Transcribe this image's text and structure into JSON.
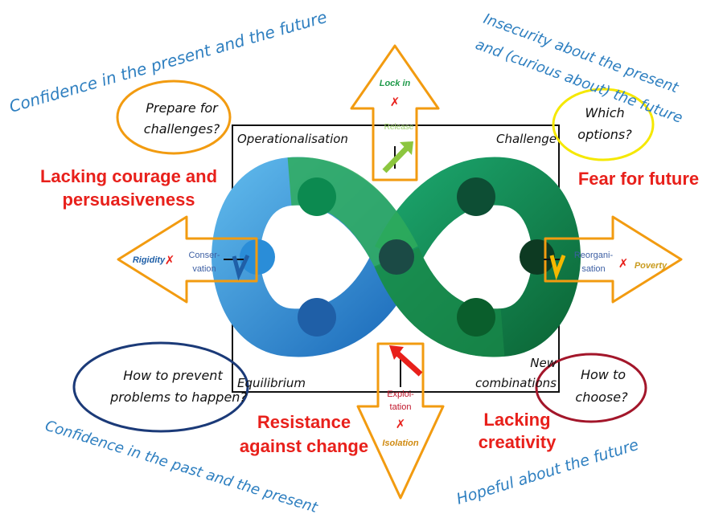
{
  "colors": {
    "orange": "#f29b10",
    "hand_blue": "#2e7fc0",
    "red": "#e8201b",
    "yellow": "#f5e800",
    "navy": "#1b3a78",
    "maroon": "#a3162a",
    "green_text": "#1f9a4a",
    "gold_text": "#c99b1e",
    "small_blue": "#3d5fa3",
    "dark_red": "#c0152a"
  },
  "quadrants": {
    "top_left": "Operationalisation",
    "top_right": "Challenge",
    "bottom_left": "Equilibrium",
    "bottom_right_line1": "New",
    "bottom_right_line2": "combinations"
  },
  "corner_captions": {
    "top_left": "Confidence in the present and the future",
    "top_right_line1": "Insecurity about the present",
    "top_right_line2": "and (curious about) the future",
    "bottom_left": "Confidence in the past and the present",
    "bottom_right": "Hopeful about the future"
  },
  "bubbles": {
    "top_left": [
      "Prepare for",
      "challenges?"
    ],
    "top_right": [
      "Which",
      "options?"
    ],
    "bottom_left": [
      "How to prevent",
      "problems to happen?"
    ],
    "bottom_right": [
      "How to",
      "choose?"
    ]
  },
  "risks": {
    "top_left": [
      "Lacking courage and",
      "persuasiveness"
    ],
    "top_right": [
      "Fear for future"
    ],
    "bottom_left": [
      "Resistance",
      "against change"
    ],
    "bottom_right": [
      "Lacking",
      "creativity"
    ]
  },
  "arrows": {
    "top": {
      "trap": "Lock in",
      "mark": "✗",
      "phase": "Release"
    },
    "left": {
      "trap": "Rigidity",
      "mark": "✗",
      "phase_line1": "Conser-",
      "phase_line2": "vation"
    },
    "right": {
      "trap": "Poverty",
      "mark": "✗",
      "phase_line1": "Reorgani-",
      "phase_line2": "sation"
    },
    "bottom": {
      "trap": "Isolation",
      "mark": "✗",
      "phase_line1": "Exploi-",
      "phase_line2": "tation"
    }
  }
}
